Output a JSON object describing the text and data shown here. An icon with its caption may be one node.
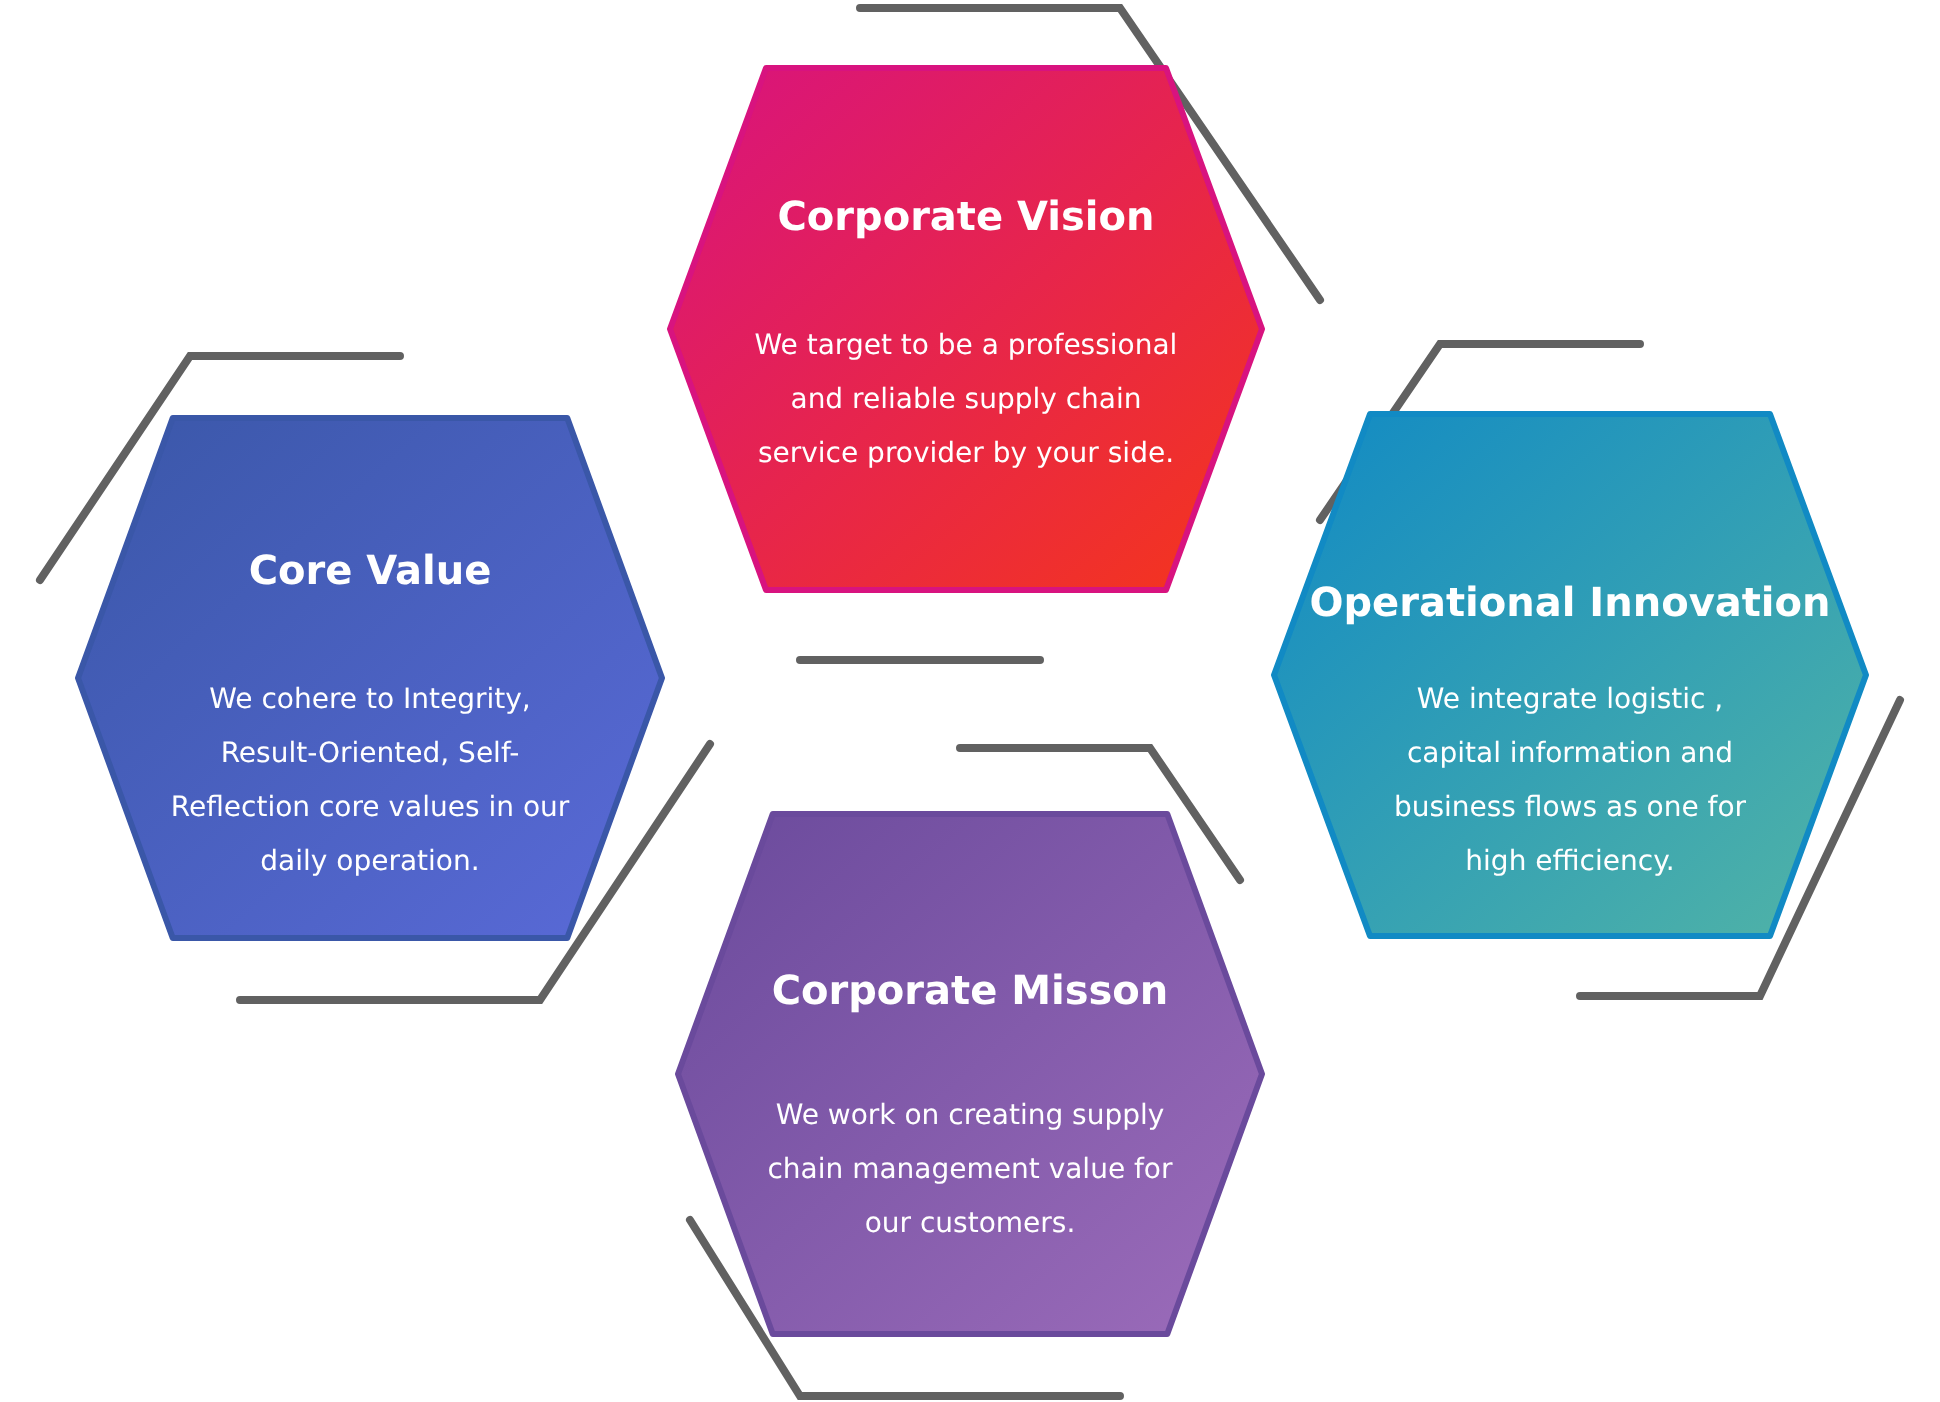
{
  "diagram": {
    "nodes": [
      {
        "text": [
          "Corporate Vision",
          "We target to be a professional and reliable supply chain service provider by your side."
        ]
      },
      {
        "text": [
          "Core Value",
          "We cohere to Integrity, Result-Oriented, Self-Reflection core values in our daily operation."
        ]
      },
      {
        "text": [
          "Operational Innovation",
          "We integrate logistic , capital information and business flows as one for high efficiency."
        ]
      },
      {
        "text": [
          "Corporate Misson",
          "We work on creating supply chain management value for our customers."
        ]
      }
    ]
  }
}
